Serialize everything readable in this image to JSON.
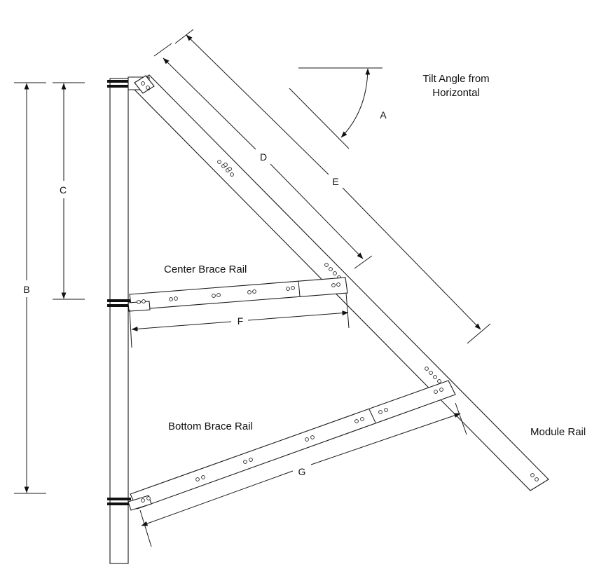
{
  "diagram": {
    "labels": {
      "tilt_angle": [
        "Tilt Angle from",
        "Horizontal"
      ],
      "center_brace": "Center Brace Rail",
      "bottom_brace": "Bottom Brace Rail",
      "module_rail": "Module Rail"
    },
    "dimensions": {
      "A": "A",
      "B": "B",
      "C": "C",
      "D": "D",
      "E": "E",
      "F": "F",
      "G": "G"
    },
    "colors": {
      "line": "#1a1a1a",
      "fill": "#ffffff"
    }
  }
}
